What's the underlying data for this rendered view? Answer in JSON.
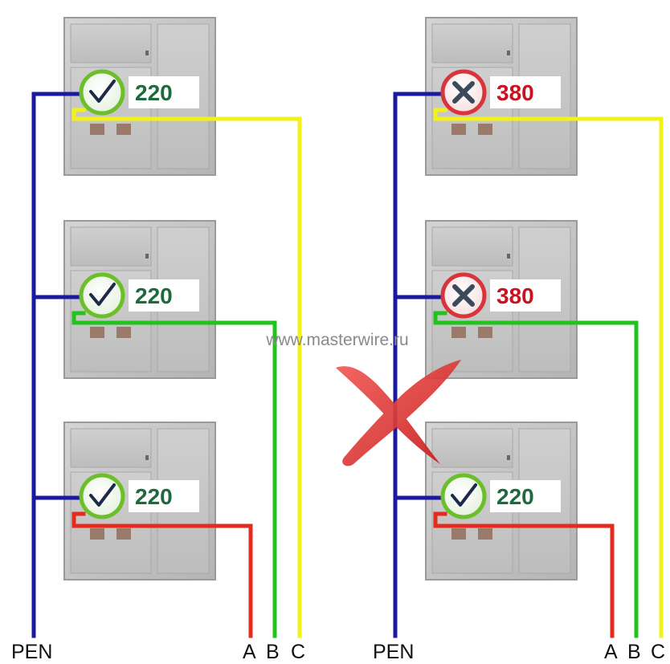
{
  "colors": {
    "pen": "#1a1a9e",
    "phase_a": "#e52a1e",
    "phase_b": "#22c21f",
    "phase_c": "#f2f21a",
    "ok_text": "#1e6a3c",
    "ok_ring": "#6cbf2a",
    "bad_text": "#c8121e",
    "bad_ring": "#d8343c"
  },
  "watermark": "www.masterwire.ru",
  "panels": [
    {
      "labels": {
        "pen": "PEN",
        "a": "A",
        "b": "B",
        "c": "C"
      },
      "meters": [
        {
          "voltage": "220",
          "status": "ok",
          "status_icon": "check-icon"
        },
        {
          "voltage": "220",
          "status": "ok",
          "status_icon": "check-icon"
        },
        {
          "voltage": "220",
          "status": "ok",
          "status_icon": "check-icon"
        }
      ]
    },
    {
      "labels": {
        "pen": "PEN",
        "a": "A",
        "b": "B",
        "c": "C"
      },
      "meters": [
        {
          "voltage": "380",
          "status": "bad",
          "status_icon": "cross-icon"
        },
        {
          "voltage": "380",
          "status": "bad",
          "status_icon": "cross-icon"
        },
        {
          "voltage": "220",
          "status": "ok",
          "status_icon": "check-icon"
        }
      ],
      "broken_neutral_mark": "red-x-mark"
    }
  ]
}
